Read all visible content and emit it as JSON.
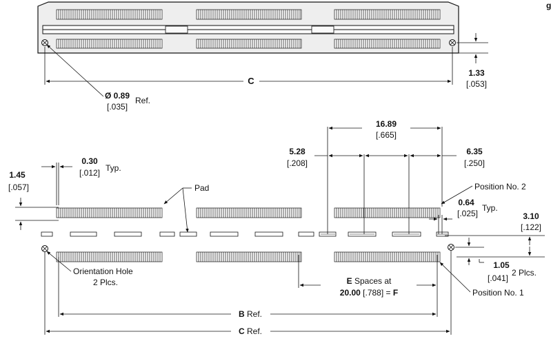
{
  "page_letter": "g",
  "top_view": {
    "dia_value": "Ø 0.89",
    "dia_inch": "[.035]",
    "dia_suffix": "Ref.",
    "length_label": "C",
    "edge_value": "1.33",
    "edge_inch": "[.053]"
  },
  "footprint": {
    "pad_width_value": "0.30",
    "pad_width_inch": "[.012]",
    "pad_width_suffix": "Typ.",
    "row_offset_value": "1.45",
    "row_offset_inch": "[.057]",
    "pad_label": "Pad",
    "span_value": "16.89",
    "span_inch": "[.665]",
    "left_pitch_value": "5.28",
    "left_pitch_inch": "[.208]",
    "right_pitch_value": "6.35",
    "right_pitch_inch": "[.250]",
    "position2_label": "Position No. 2",
    "pitch_value": "0.64",
    "pitch_inch": "[.025]",
    "pitch_suffix": "Typ.",
    "row_spacing_value": "3.10",
    "row_spacing_inch": "[.122]",
    "hole_offset_value": "1.05",
    "hole_offset_inch": "[.041]",
    "hole_offset_suffix": "2 Plcs.",
    "orientation_line1": "Orientation Hole",
    "orientation_line2": "2 Plcs.",
    "spaces_letter": "E",
    "spaces_text": " Spaces at",
    "spaces_value": "20.00",
    "spaces_inch": " [.788] = ",
    "spaces_result": "F",
    "position1_label": "Position No. 1",
    "b_letter": "B",
    "b_suffix": " Ref.",
    "c_letter": "C",
    "c_suffix": " Ref."
  }
}
